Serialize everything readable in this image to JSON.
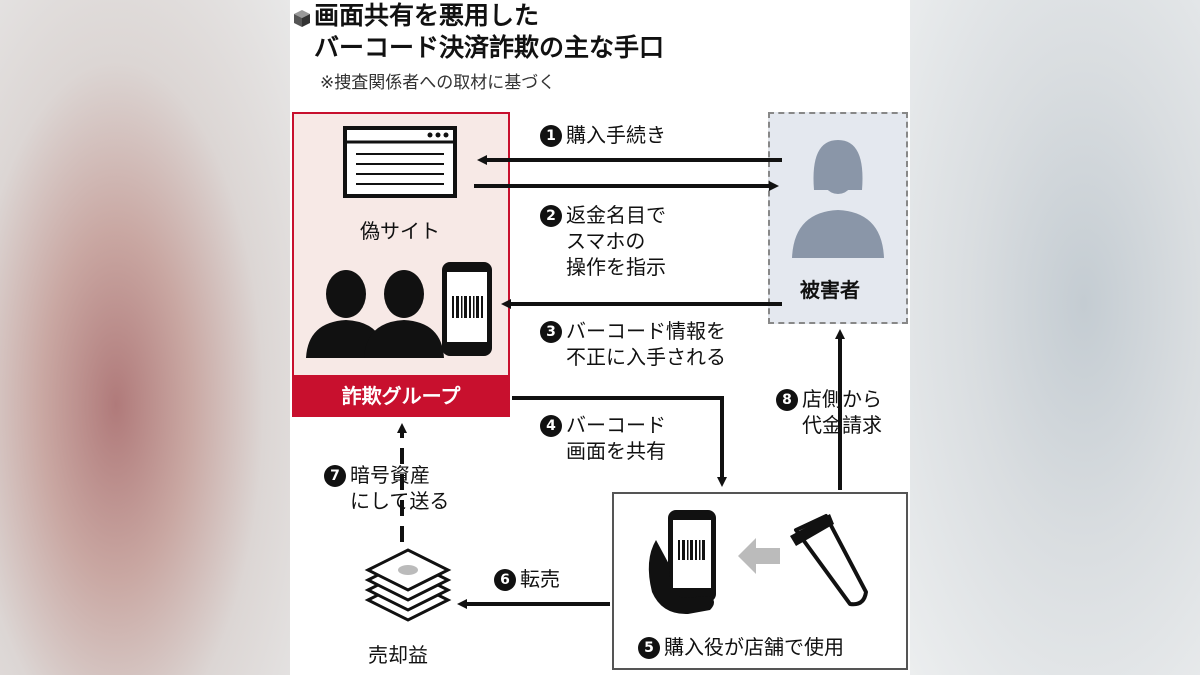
{
  "title": {
    "line1": "画面共有を悪用した",
    "line2": "バーコード決済詐欺の主な手口",
    "note": "※捜査関係者への取材に基づく"
  },
  "nodes": {
    "fake_site": "偽サイト",
    "fraud_group": "詐欺グループ",
    "victim": "被害者",
    "proceeds": "売却益"
  },
  "steps": [
    {
      "num": "1",
      "lines": [
        "購入手続き"
      ]
    },
    {
      "num": "2",
      "lines": [
        "返金名目で",
        "スマホの",
        "操作を指示"
      ]
    },
    {
      "num": "3",
      "lines": [
        "バーコード情報を",
        "不正に入手される"
      ]
    },
    {
      "num": "4",
      "lines": [
        "バーコード",
        "画面を共有"
      ]
    },
    {
      "num": "5",
      "lines": [
        "購入役が店舗で使用"
      ]
    },
    {
      "num": "6",
      "lines": [
        "転売"
      ]
    },
    {
      "num": "7",
      "lines": [
        "暗号資産",
        "にして送る"
      ]
    },
    {
      "num": "8",
      "lines": [
        "店側から",
        "代金請求"
      ]
    }
  ],
  "colors": {
    "accent_red": "#c8102e",
    "group_bg": "#f7e9e6",
    "victim_bg": "#e4e8ef"
  }
}
